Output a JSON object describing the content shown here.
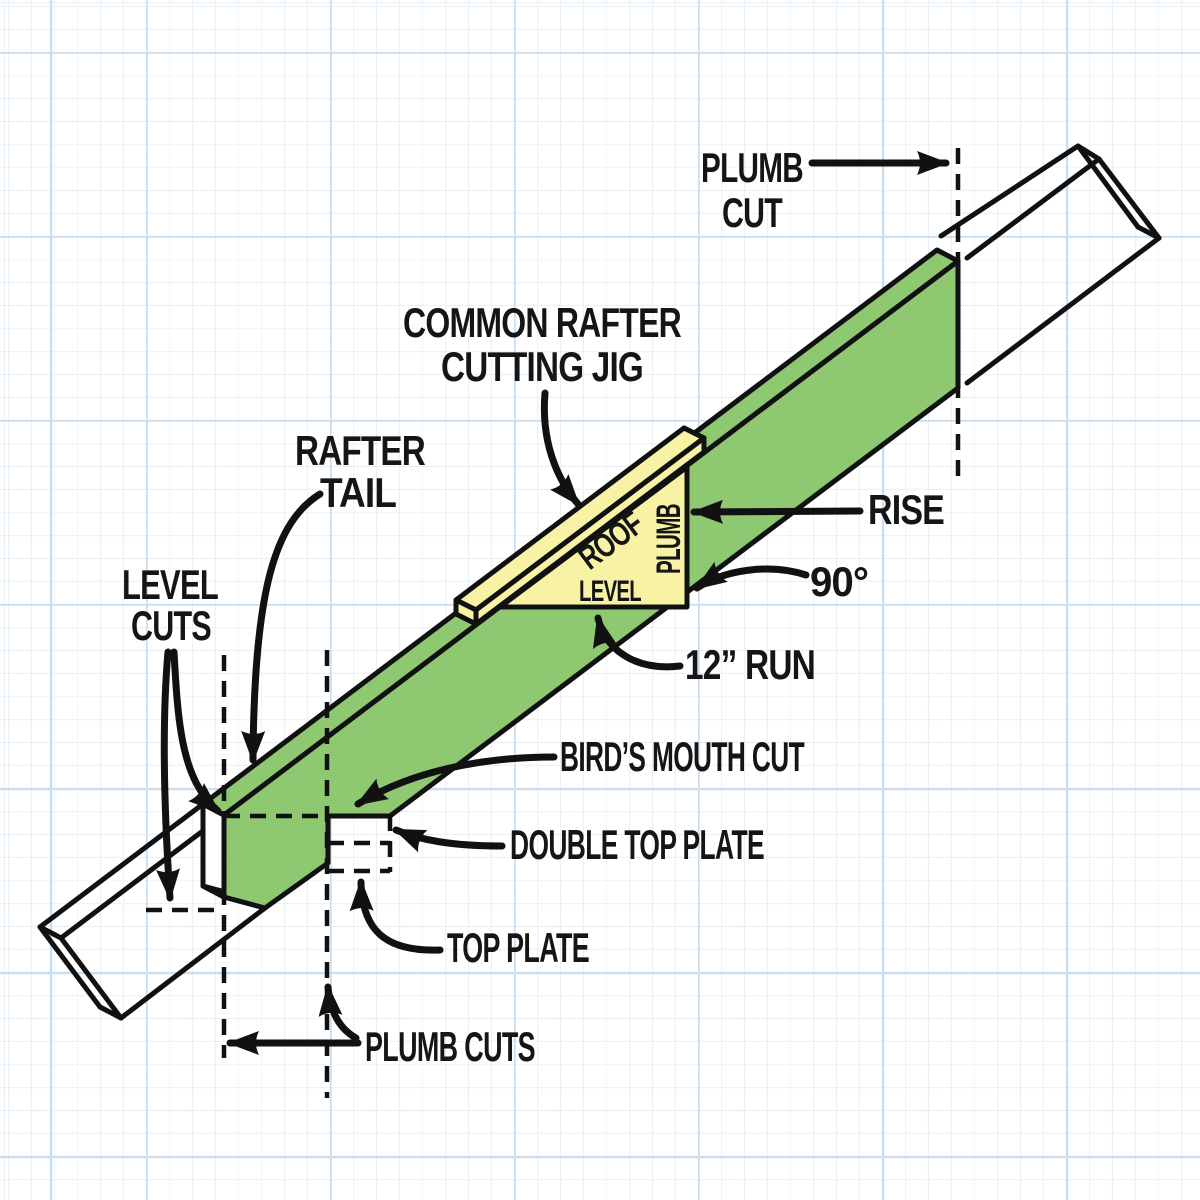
{
  "diagram": {
    "subject": "common-rafter-cutting-jig-diagram",
    "labels": {
      "plumb_cut": [
        "PLUMB",
        "CUT"
      ],
      "common_rafter_jig": [
        "COMMON RAFTER",
        "CUTTING JIG"
      ],
      "rafter_tail": [
        "RAFTER",
        "TAIL"
      ],
      "level_cuts": [
        "LEVEL",
        "CUTS"
      ],
      "rise": "RISE",
      "angle_90": "90°",
      "run_12": "12” RUN",
      "birds_mouth_cut": "BIRD’S MOUTH CUT",
      "double_top_plate": "DOUBLE TOP PLATE",
      "top_plate": "TOP PLATE",
      "plumb_cuts": "PLUMB CUTS"
    },
    "jig_markings": {
      "roof": "ROOF",
      "plumb": "PLUMB",
      "level": "LEVEL"
    },
    "colors": {
      "rafter_green": "#8EC972",
      "jig_yellow": "#F8F3A4",
      "cut_face_white": "#FFFFFF",
      "line_black": "#111111",
      "grid_minor": "#E9F1F8",
      "grid_major": "#C9DEF0",
      "background": "#FFFFFF"
    }
  }
}
